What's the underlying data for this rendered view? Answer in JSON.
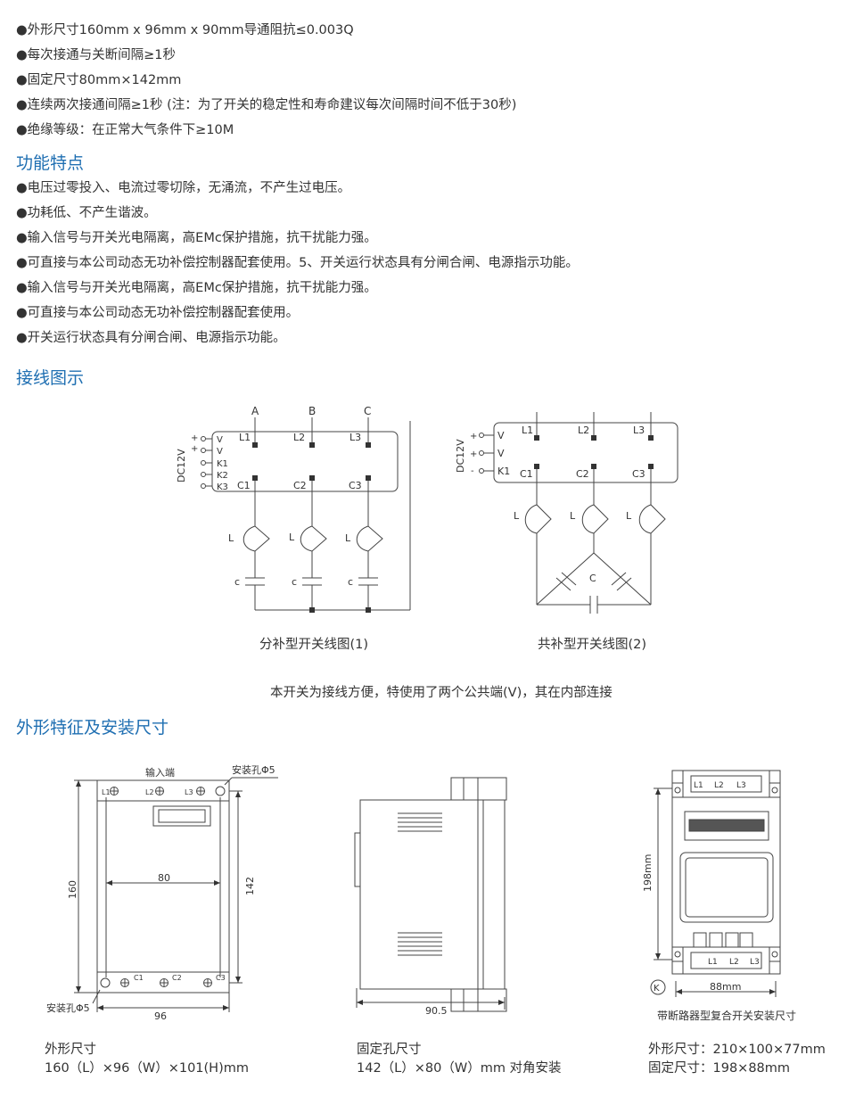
{
  "specs": [
    "●外形尺寸160mm x 96mm x 90mm导通阻抗≤0.003Q",
    "●每次接通与关断间隔≥1秒",
    "●固定尺寸80mm×142mm",
    "●连续两次接通间隔≥1秒 (注：为了开关的稳定性和寿命建议每次间隔时间不低于30秒)",
    "●绝缘等级：在正常大气条件下≥10M"
  ],
  "features_heading": "功能特点",
  "features": [
    "●电压过零投入、电流过零切除，无涌流，不产生过电压。",
    "●功耗低、不产生谐波。",
    "●输入信号与开关光电隔离，高EMc保护措施，抗干扰能力强。",
    "●可直接与本公司动态无功补偿控制器配套使用。5、开关运行状态具有分闸合闸、电源指示功能。",
    "●输入信号与开关光电隔离，高EMc保护措施，抗干扰能力强。",
    "●可直接与本公司动态无功补偿控制器配套使用。",
    "●开关运行状态具有分闸合闸、电源指示功能。"
  ],
  "wiring_heading": "接线图示",
  "wiring": {
    "diagram1_caption": "分补型开关线图(1)",
    "diagram2_caption": "共补型开关线图(2)",
    "note": "本开关为接线方便，特使用了两个公共端(V)，其在内部连接",
    "phase_a": "A",
    "phase_b": "B",
    "phase_c": "C",
    "dc_label": "DC12V",
    "l1": "L1",
    "l2": "L2",
    "l3": "L3",
    "c1": "C1",
    "c2": "C2",
    "c3": "C3",
    "v": "V",
    "k1": "K1",
    "k2": "K2",
    "k3": "K3",
    "plus": "+",
    "minus": "-",
    "inductor": "L",
    "cap_small": "c",
    "cap_big": "C"
  },
  "dims_heading": "外形特征及安装尺寸",
  "dims": {
    "input_label": "输入端",
    "hole_label": "安装孔Φ5",
    "dim_80": "80",
    "dim_160": "160",
    "dim_142": "142",
    "dim_96": "96",
    "dim_905": "90.5",
    "dim_198": "198mm",
    "dim_88": "88mm",
    "k_mark": "K",
    "fig3_caption": "带断路器型复合开关安装尺寸",
    "spec1_line1": "外形尺寸",
    "spec1_line2": "160（L）×96（W）×101(H)mm",
    "spec2_line1": "固定孔尺寸",
    "spec2_line2": "142（L）×80（W）mm 对角安装",
    "spec3_line1": "外形尺寸：210×100×77mm",
    "spec3_line2": "固定尺寸：198×88mm"
  }
}
